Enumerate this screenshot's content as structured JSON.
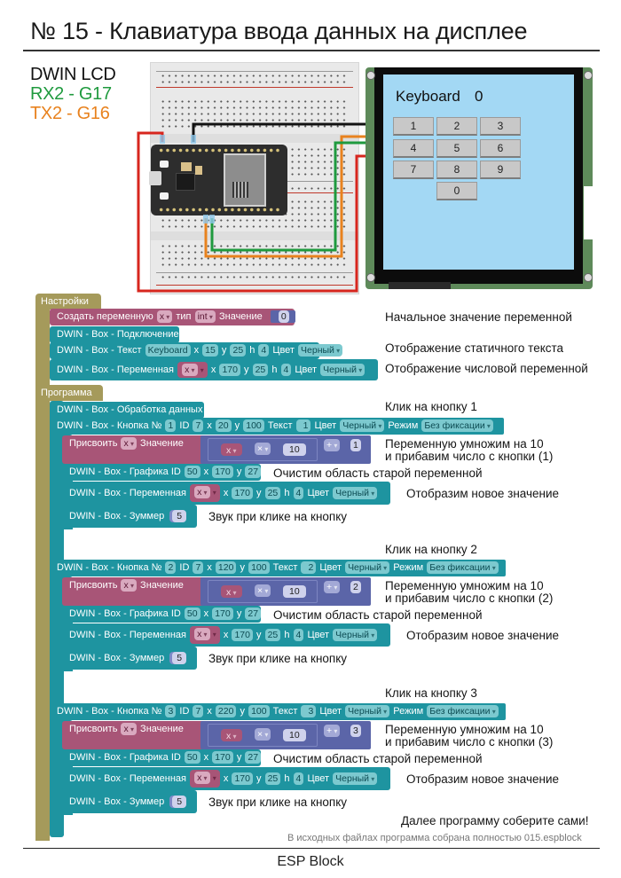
{
  "header": {
    "title": "№ 15 - Клавиатура ввода данных на дисплее"
  },
  "pins": {
    "device": "DWIN LCD",
    "rx": "RX2 - G17",
    "tx": "TX2 - G16"
  },
  "colors": {
    "rx_wire": "#1f9a3e",
    "tx_wire": "#e8821e",
    "power_wire": "#d7261e",
    "ground_wire": "#111111",
    "block_teal": "#1e94a0",
    "block_pink": "#a85577",
    "block_purple": "#5b65a8",
    "block_hat": "#a59a5b",
    "lcd_screen": "#a3d8f4"
  },
  "lcd": {
    "title": "Keyboard",
    "value": "0",
    "keys": [
      "1",
      "2",
      "3",
      "4",
      "5",
      "6",
      "7",
      "8",
      "9",
      "0"
    ]
  },
  "setup": {
    "hat": "Настройки",
    "create_var": {
      "label": "Создать переменную",
      "var": "x",
      "type_label": "тип",
      "type": "int",
      "value_label": "Значение",
      "value": "0"
    },
    "connect": "DWIN - Box - Подключение",
    "text_block": {
      "label": "DWIN - Box - Текст",
      "text": "Keyboard",
      "x": "15",
      "y": "25",
      "h": "4",
      "color_label": "Цвет",
      "color": "Черный"
    },
    "var_block": {
      "label": "DWIN - Box - Переменная",
      "var": "x",
      "x": "170",
      "y": "25",
      "h": "4",
      "color_label": "Цвет",
      "color": "Черный"
    }
  },
  "program": {
    "hat": "Программа",
    "process": "DWIN - Box - Обработка данных",
    "labels": {
      "button": "DWIN - Box - Кнопка №",
      "id": "ID",
      "x": "x",
      "y": "y",
      "h": "h",
      "text": "Текст",
      "color": "Цвет",
      "mode": "Режим",
      "assign": "Присвоить",
      "value": "Значение",
      "graphic": "DWIN - Box - Графика ID",
      "variable": "DWIN - Box - Переменная",
      "buzzer": "DWIN - Box - Зуммер",
      "mul_op": "×",
      "add_op": "+"
    },
    "buttons": [
      {
        "num": "1",
        "id": "7",
        "x": "20",
        "y": "100",
        "text": "1",
        "color": "Черный",
        "mode": "Без фиксации",
        "var": "x",
        "mul": "10",
        "add": "1",
        "gid": "50",
        "gx": "170",
        "gy": "27",
        "vx": "170",
        "vy": "25",
        "vh": "4",
        "vcolor": "Черный",
        "buzz": "5"
      },
      {
        "num": "2",
        "id": "7",
        "x": "120",
        "y": "100",
        "text": "2",
        "color": "Черный",
        "mode": "Без фиксации",
        "var": "x",
        "mul": "10",
        "add": "2",
        "gid": "50",
        "gx": "170",
        "gy": "27",
        "vx": "170",
        "vy": "25",
        "vh": "4",
        "vcolor": "Черный",
        "buzz": "5"
      },
      {
        "num": "3",
        "id": "7",
        "x": "220",
        "y": "100",
        "text": "3",
        "color": "Черный",
        "mode": "Без фиксации",
        "var": "x",
        "mul": "10",
        "add": "3",
        "gid": "50",
        "gx": "170",
        "gy": "27",
        "vx": "170",
        "vy": "25",
        "vh": "4",
        "vcolor": "Черный",
        "buzz": "5"
      }
    ]
  },
  "notes": {
    "initial": "Начальное значение переменной",
    "static_text": "Отображение статичного текста",
    "num_var": "Отображение числовой переменной",
    "clicks": [
      "Клик на кнопку 1",
      "Клик на кнопку 2",
      "Клик на кнопку 3"
    ],
    "mul_line1": "Переменную умножим на 10",
    "mul_line2": [
      "и прибавим число с кнопки (1)",
      "и прибавим число с кнопки (2)",
      "и прибавим число с кнопки (3)"
    ],
    "clear": "Очистим область старой переменной",
    "show_new": "Отобразим новое значение",
    "sound": "Звук при клике на кнопку",
    "finish": "Далее программу соберите сами!",
    "source": "В исходных файлах программа собрана полностью 015.espblock"
  },
  "footer": "ESP Block"
}
